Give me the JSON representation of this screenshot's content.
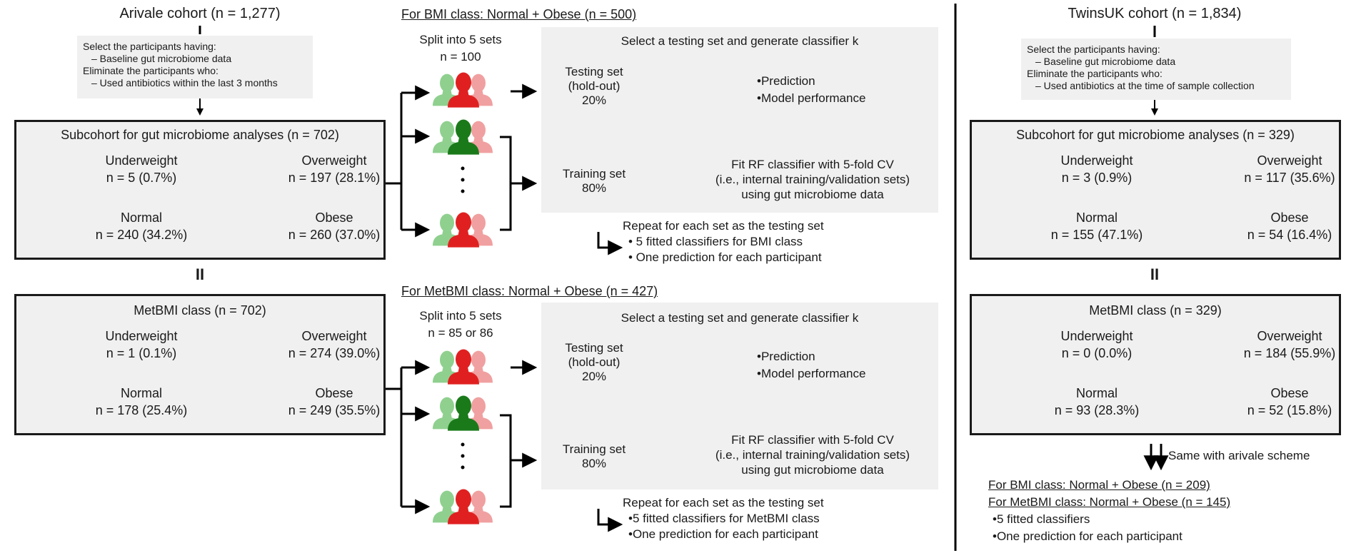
{
  "arivale": {
    "cohort_title": "Arivale cohort (n = 1,277)",
    "criteria": [
      "Select the participants having:",
      "– Baseline gut microbiome data",
      "Eliminate the participants who:",
      "– Used antibiotics within the last 3 months"
    ],
    "bmi_box": {
      "title": "Subcohort for gut microbiome analyses (n = 702)",
      "underweight": {
        "label": "Underweight",
        "count": "n = 5 (0.7%)"
      },
      "overweight": {
        "label": "Overweight",
        "count": "n = 197 (28.1%)"
      },
      "normal": {
        "label": "Normal",
        "count": "n = 240 (34.2%)"
      },
      "obese": {
        "label": "Obese",
        "count": "n = 260 (37.0%)"
      }
    },
    "metbmi_box": {
      "title": "MetBMI class (n = 702)",
      "underweight": {
        "label": "Underweight",
        "count": "n = 1 (0.1%)"
      },
      "overweight": {
        "label": "Overweight",
        "count": "n = 274 (39.0%)"
      },
      "normal": {
        "label": "Normal",
        "count": "n = 178 (25.4%)"
      },
      "obese": {
        "label": "Obese",
        "count": "n = 249 (35.5%)"
      }
    },
    "equals": "II"
  },
  "bmi_flow": {
    "header": "For BMI class: Normal + Obese (n = 500)",
    "split": [
      "Split into 5 sets",
      "n = 100"
    ],
    "select_title": "Select a testing set and generate classifier k",
    "testing": [
      "Testing set",
      "(hold-out)",
      "20%"
    ],
    "training": [
      "Training set",
      "80%"
    ],
    "outputs": [
      "•Prediction",
      "•Model performance"
    ],
    "fit": [
      "Fit RF classifier with 5-fold CV",
      "(i.e., internal training/validation sets)",
      "using gut microbiome data"
    ],
    "repeat": [
      "Repeat for each set as the testing set",
      "• 5 fitted classifiers for BMI class",
      "• One prediction for each participant"
    ]
  },
  "metbmi_flow": {
    "header": "For MetBMI class: Normal + Obese (n = 427)",
    "split": [
      "Split into 5 sets",
      "n = 85 or 86"
    ],
    "select_title": "Select a testing set and generate classifier k",
    "testing": [
      "Testing set",
      "(hold-out)",
      "20%"
    ],
    "training": [
      "Training set",
      "80%"
    ],
    "outputs": [
      "•Prediction",
      "•Model performance"
    ],
    "fit": [
      "Fit RF classifier with 5-fold CV",
      "(i.e., internal training/validation sets)",
      "using gut microbiome data"
    ],
    "repeat": [
      "Repeat for each set as the testing set",
      "•5 fitted classifiers for MetBMI class",
      "•One prediction for each participant"
    ]
  },
  "twinsuk": {
    "cohort_title": "TwinsUK cohort (n = 1,834)",
    "criteria": [
      "Select the participants having:",
      "– Baseline gut microbiome data",
      "Eliminate the participants who:",
      "– Used antibiotics at the time of sample collection"
    ],
    "bmi_box": {
      "title": "Subcohort for gut microbiome analyses (n = 329)",
      "underweight": {
        "label": "Underweight",
        "count": "n = 3 (0.9%)"
      },
      "overweight": {
        "label": "Overweight",
        "count": "n = 117 (35.6%)"
      },
      "normal": {
        "label": "Normal",
        "count": "n = 155 (47.1%)"
      },
      "obese": {
        "label": "Obese",
        "count": "n = 54 (16.4%)"
      }
    },
    "metbmi_box": {
      "title": "MetBMI class (n = 329)",
      "underweight": {
        "label": "Underweight",
        "count": "n = 0 (0.0%)"
      },
      "overweight": {
        "label": "Overweight",
        "count": "n = 184 (55.9%)"
      },
      "normal": {
        "label": "Normal",
        "count": "n = 93 (28.3%)"
      },
      "obese": {
        "label": "Obese",
        "count": "n = 52 (15.8%)"
      }
    },
    "equals": "II",
    "same_scheme": "Same with arivale scheme",
    "summary": [
      "For BMI class: Normal + Obese (n = 209)",
      "For MetBMI class: Normal + Obese (n = 145)",
      "•5 fitted classifiers",
      "•One prediction for each participant"
    ]
  },
  "colors": {
    "underweight": "#1a1adb",
    "overweight": "#e3a21a",
    "normal": "#1a7a1a",
    "obese": "#e02020",
    "normal_light": "#8fd08f",
    "obese_light": "#f0a0a0",
    "panel_bg": "#f0f0f0"
  }
}
